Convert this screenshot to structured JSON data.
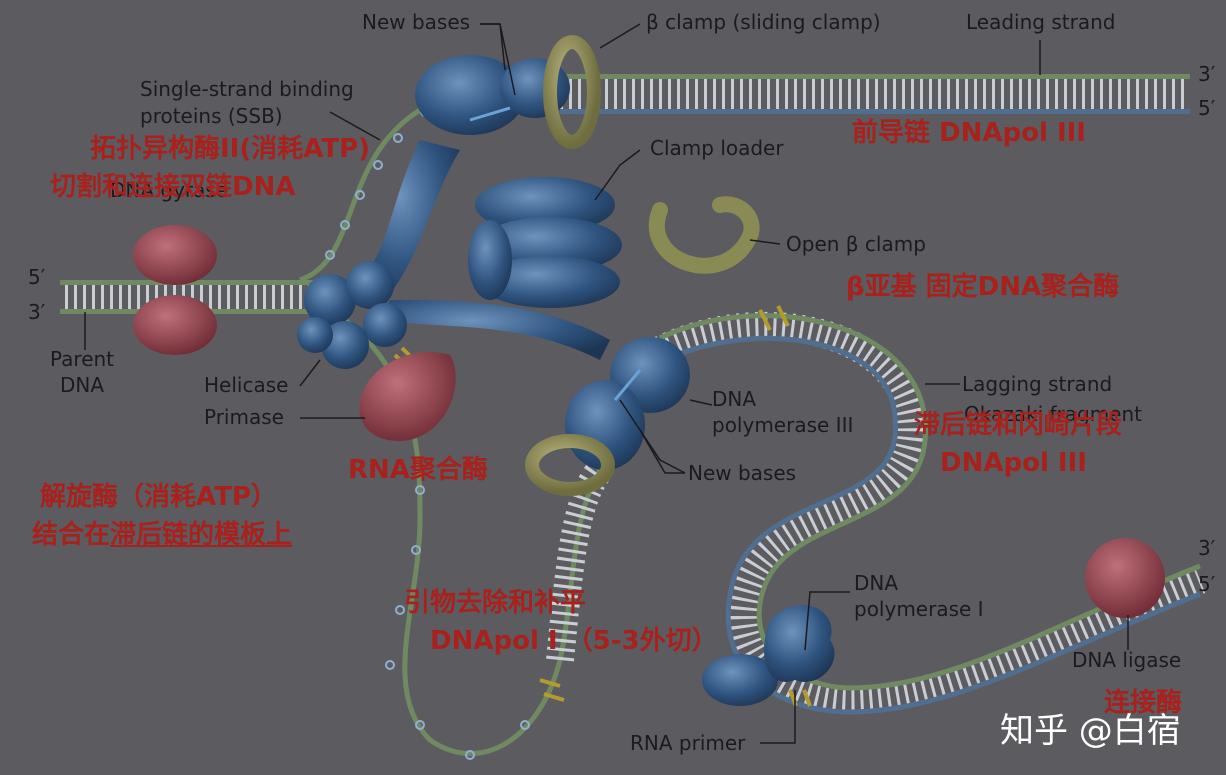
{
  "labels": {
    "new_bases_top": "New bases",
    "beta_clamp": "β clamp (sliding clamp)",
    "leading_strand": "Leading strand",
    "three_prime_top": "3′",
    "five_prime_top": "5′",
    "ssb": "Single-strand binding\nproteins (SSB)",
    "dna_gyrase": "DNA gyrase",
    "clamp_loader": "Clamp loader",
    "open_beta_clamp": "Open β clamp",
    "five_prime_left": "5′",
    "three_prime_left": "3′",
    "parent_dna": "Parent\nDNA",
    "helicase": "Helicase",
    "primase": "Primase",
    "lagging_strand": "Lagging strand",
    "okazaki": "Okazaki fragment",
    "dna_pol3": "DNA\npolymerase III",
    "new_bases_mid": "New bases",
    "dna_pol1": "DNA\npolymerase I",
    "three_prime_right": "3′",
    "five_prime_right": "5′",
    "dna_ligase": "DNA ligase",
    "rna_primer": "RNA primer"
  },
  "annotations_cn": {
    "leading_pol": "前导链 DNApol III",
    "topo": "拓扑异构酶II(消耗ATP)",
    "cut": "切割和连接双链DNA",
    "beta_subunit": "β亚基 固定DNA聚合酶",
    "lagging_fragment": "滞后链和冈崎片段",
    "lagging_pol": "DNApol III",
    "rna_pol": "RNA聚合酶",
    "helicase_cn_1": "解旋酶（消耗ATP）",
    "helicase_cn_2": "结合在",
    "helicase_cn_3": "滞后链的模板上",
    "primer_removal": "引物去除和补平",
    "pol1_cn": "DNApol I （5-3外切）",
    "ligase_cn": "连接酶"
  },
  "watermark": "知乎 @白宿",
  "colors": {
    "dna_green": "#6f8a60",
    "dna_blue": "#4f6e90",
    "base_light": "#c9cdd4",
    "protein_blue": "#2e4f79",
    "clamp_olive": "#8a8a54",
    "gyrase_red": "#8d3a44",
    "primase_red": "#8b2f35",
    "primer_yellow": "#b59a2e",
    "annotation_red": "#a8211c"
  }
}
